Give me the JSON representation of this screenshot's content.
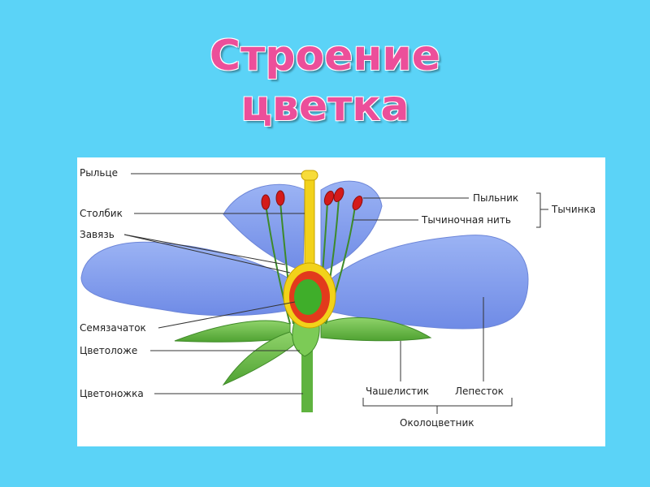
{
  "title": {
    "line1": "Строение",
    "line2": "цветка"
  },
  "labels": {
    "stigma": "Рыльце",
    "style": "Столбик",
    "ovary": "Завязь",
    "ovule": "Семязачаток",
    "receptacle": "Цветоложе",
    "pedicel": "Цветоножка",
    "anther": "Пыльник",
    "filament": "Тычиночная нить",
    "stamen": "Тычинка",
    "sepal": "Чашелистик",
    "petal": "Лепесток",
    "perianth": "Околоцветник"
  },
  "colors": {
    "background": "#5bd3f7",
    "title": "#ec4f9a",
    "petal": "#8fa8f0",
    "leaf": "#6fc24a",
    "pistil": "#f2d21a",
    "ovary_wall": "#e23a1c",
    "ovule": "#3fae2a",
    "anther": "#d41a1a"
  }
}
